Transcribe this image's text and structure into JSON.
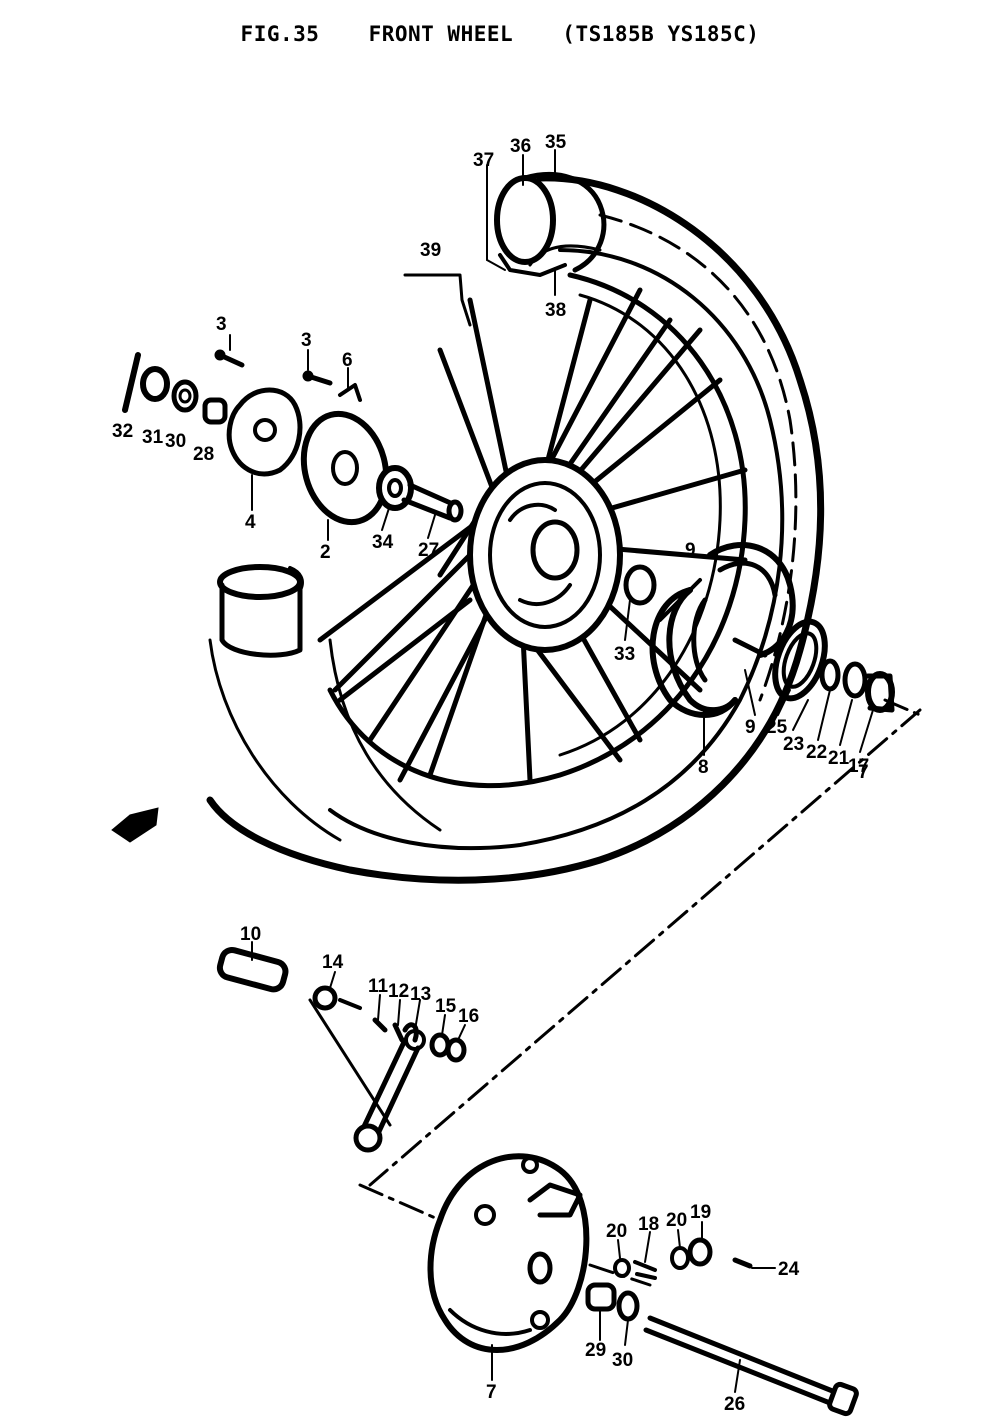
{
  "figure": {
    "fig_no": "FIG.35",
    "name": "FRONT WHEEL",
    "models": "(TS185B  YS185C)"
  },
  "part_labels": {
    "p2": "2",
    "p3a": "3",
    "p3b": "3",
    "p4": "4",
    "p6": "6",
    "p7a": "7",
    "p7b": "7",
    "p8": "8",
    "p9a": "9",
    "p9b": "9",
    "p10": "10",
    "p11": "11",
    "p12": "12",
    "p13": "13",
    "p14": "14",
    "p15": "15",
    "p16": "16",
    "p17": "17",
    "p18": "18",
    "p19": "19",
    "p20a": "20",
    "p20b": "20",
    "p21": "21",
    "p22": "22",
    "p23": "23",
    "p24": "24",
    "p25": "25",
    "p26": "26",
    "p27": "27",
    "p28": "28",
    "p29": "29",
    "p30a": "30",
    "p30b": "30",
    "p31": "31",
    "p32": "32",
    "p33": "33",
    "p34": "34",
    "p35": "35",
    "p36": "36",
    "p37": "37",
    "p38": "38",
    "p39": "39"
  },
  "colors": {
    "ink": "#000000",
    "paper": "#ffffff"
  },
  "icons": {
    "direction_arrow": "front-direction-arrow-icon"
  }
}
